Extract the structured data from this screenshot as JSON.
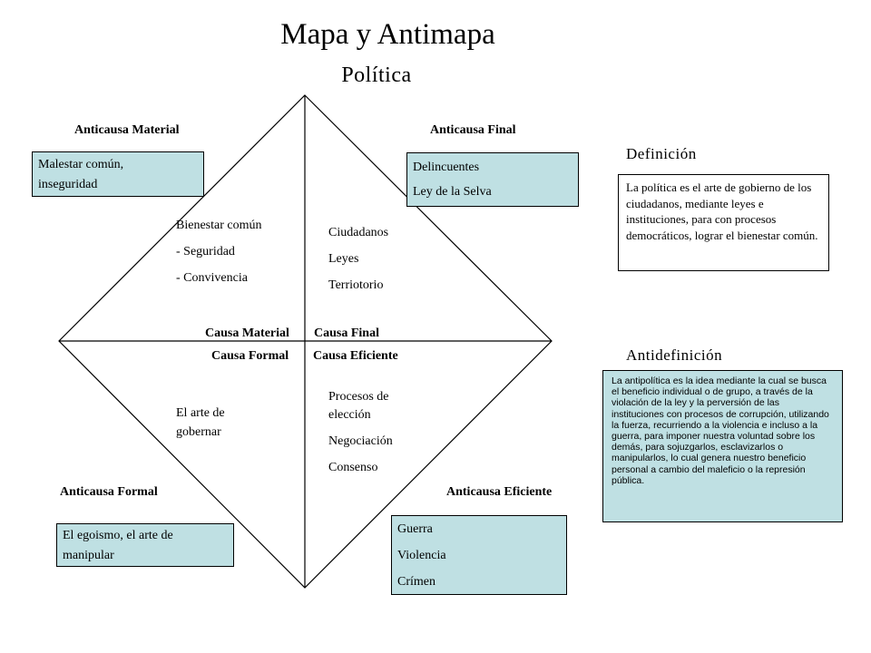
{
  "title": "Mapa y Antimapa",
  "subtitle": "Política",
  "quadrants": {
    "anticausa_material": {
      "heading": "Anticausa Material",
      "box_lines": [
        "Malestar común,",
        "inseguridad"
      ]
    },
    "anticausa_final": {
      "heading": "Anticausa Final",
      "box_lines": [
        "Delincuentes",
        "Ley de la Selva"
      ]
    },
    "anticausa_formal": {
      "heading": "Anticausa Formal",
      "box_lines": [
        "El egoismo,  el arte de",
        "manipular"
      ]
    },
    "anticausa_eficiente": {
      "heading": "Anticausa Eficiente",
      "box_lines": [
        "Guerra",
        "Violencia",
        "Crímen"
      ]
    },
    "causa_material": {
      "label": "Causa Material",
      "lines": [
        "Bienestar común",
        "- Seguridad",
        "- Convivencia"
      ]
    },
    "causa_final": {
      "label": "Causa Final",
      "lines": [
        "Ciudadanos",
        "Leyes",
        "Terriotorio"
      ]
    },
    "causa_formal": {
      "label": "Causa Formal",
      "lines": [
        "El arte de",
        "gobernar"
      ]
    },
    "causa_eficiente": {
      "label": "Causa Eficiente",
      "lines": [
        "Procesos  de",
        "elección",
        "Negociación",
        "Consenso"
      ]
    }
  },
  "definicion": {
    "heading": "Definición",
    "text": "La política es el arte de gobierno de los ciudadanos, mediante leyes e instituciones, para con procesos democráticos, lograr el bienestar común."
  },
  "antidefinicion": {
    "heading": "Antidefinición",
    "text": "La antipolítica es la idea mediante la cual se busca el beneficio individual o de grupo, a través de la violación de la ley y la perversión de las instituciones con procesos de corrupción, utilizando la fuerza, recurriendo a la violencia e incluso a la guerra, para imponer nuestra voluntad sobre los demás, para sojuzgarlos, esclavizarlos o manipularlos, lo cual genera nuestro beneficio personal a cambio del maleficio o la represión pública."
  },
  "colors": {
    "box_fill": "#bfe0e3",
    "line": "#000000"
  }
}
